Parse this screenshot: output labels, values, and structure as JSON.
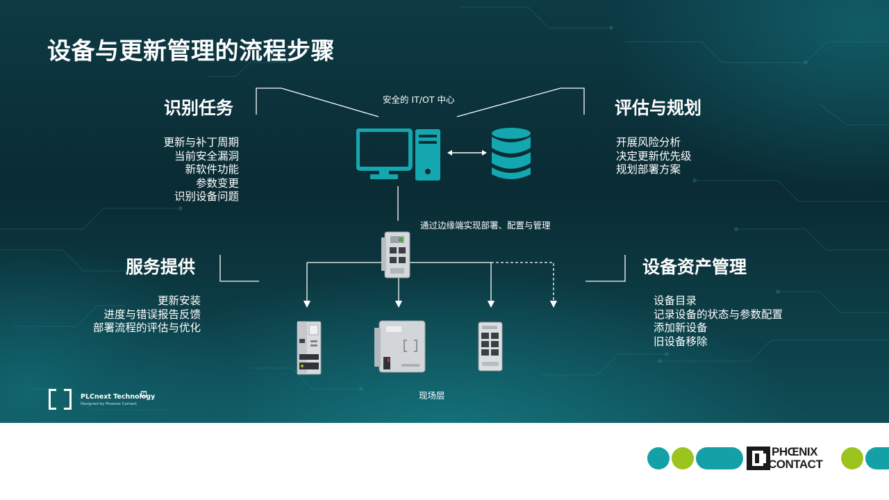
{
  "slide": {
    "title": "设备与更新管理的流程步骤"
  },
  "center": {
    "it_ot_label": "安全的  IT/OT 中心",
    "edge_label": "通过边缘端实现部署、配置与管理",
    "field_label": "现场层"
  },
  "sections": {
    "identify": {
      "title": "识别任务",
      "items": [
        "更新与补丁周期",
        "当前安全漏洞",
        "新软件功能",
        "参数变更",
        "识别设备问题"
      ]
    },
    "evaluate": {
      "title": "评估与规划",
      "items": [
        "开展风险分析",
        "决定更新优先级",
        "规划部署方案"
      ]
    },
    "service": {
      "title": "服务提供",
      "items": [
        "更新安装",
        "进度与错误报告反馈",
        "部署流程的评估与优化"
      ]
    },
    "asset": {
      "title": "设备资产管理",
      "items": [
        "设备目录",
        "记录设备的状态与参数配置",
        "添加新设备",
        "旧设备移除"
      ]
    }
  },
  "brand": {
    "plcnext_name": "PLCnext Technology",
    "plcnext_tagline": "Designed by Phoenix Contact",
    "plcnext_mark": "P",
    "phoenix_line1": "PHŒNIX",
    "phoenix_line2": "CONTACT"
  },
  "colors": {
    "teal": "#13a0a6",
    "lime": "#9bc41f",
    "icon_teal": "#14a7b0"
  },
  "icons": [
    "monitor-icon",
    "tower-pc-icon",
    "database-icon",
    "edge-controller-icon",
    "io-module-icon",
    "gateway-icon",
    "switch-icon"
  ]
}
